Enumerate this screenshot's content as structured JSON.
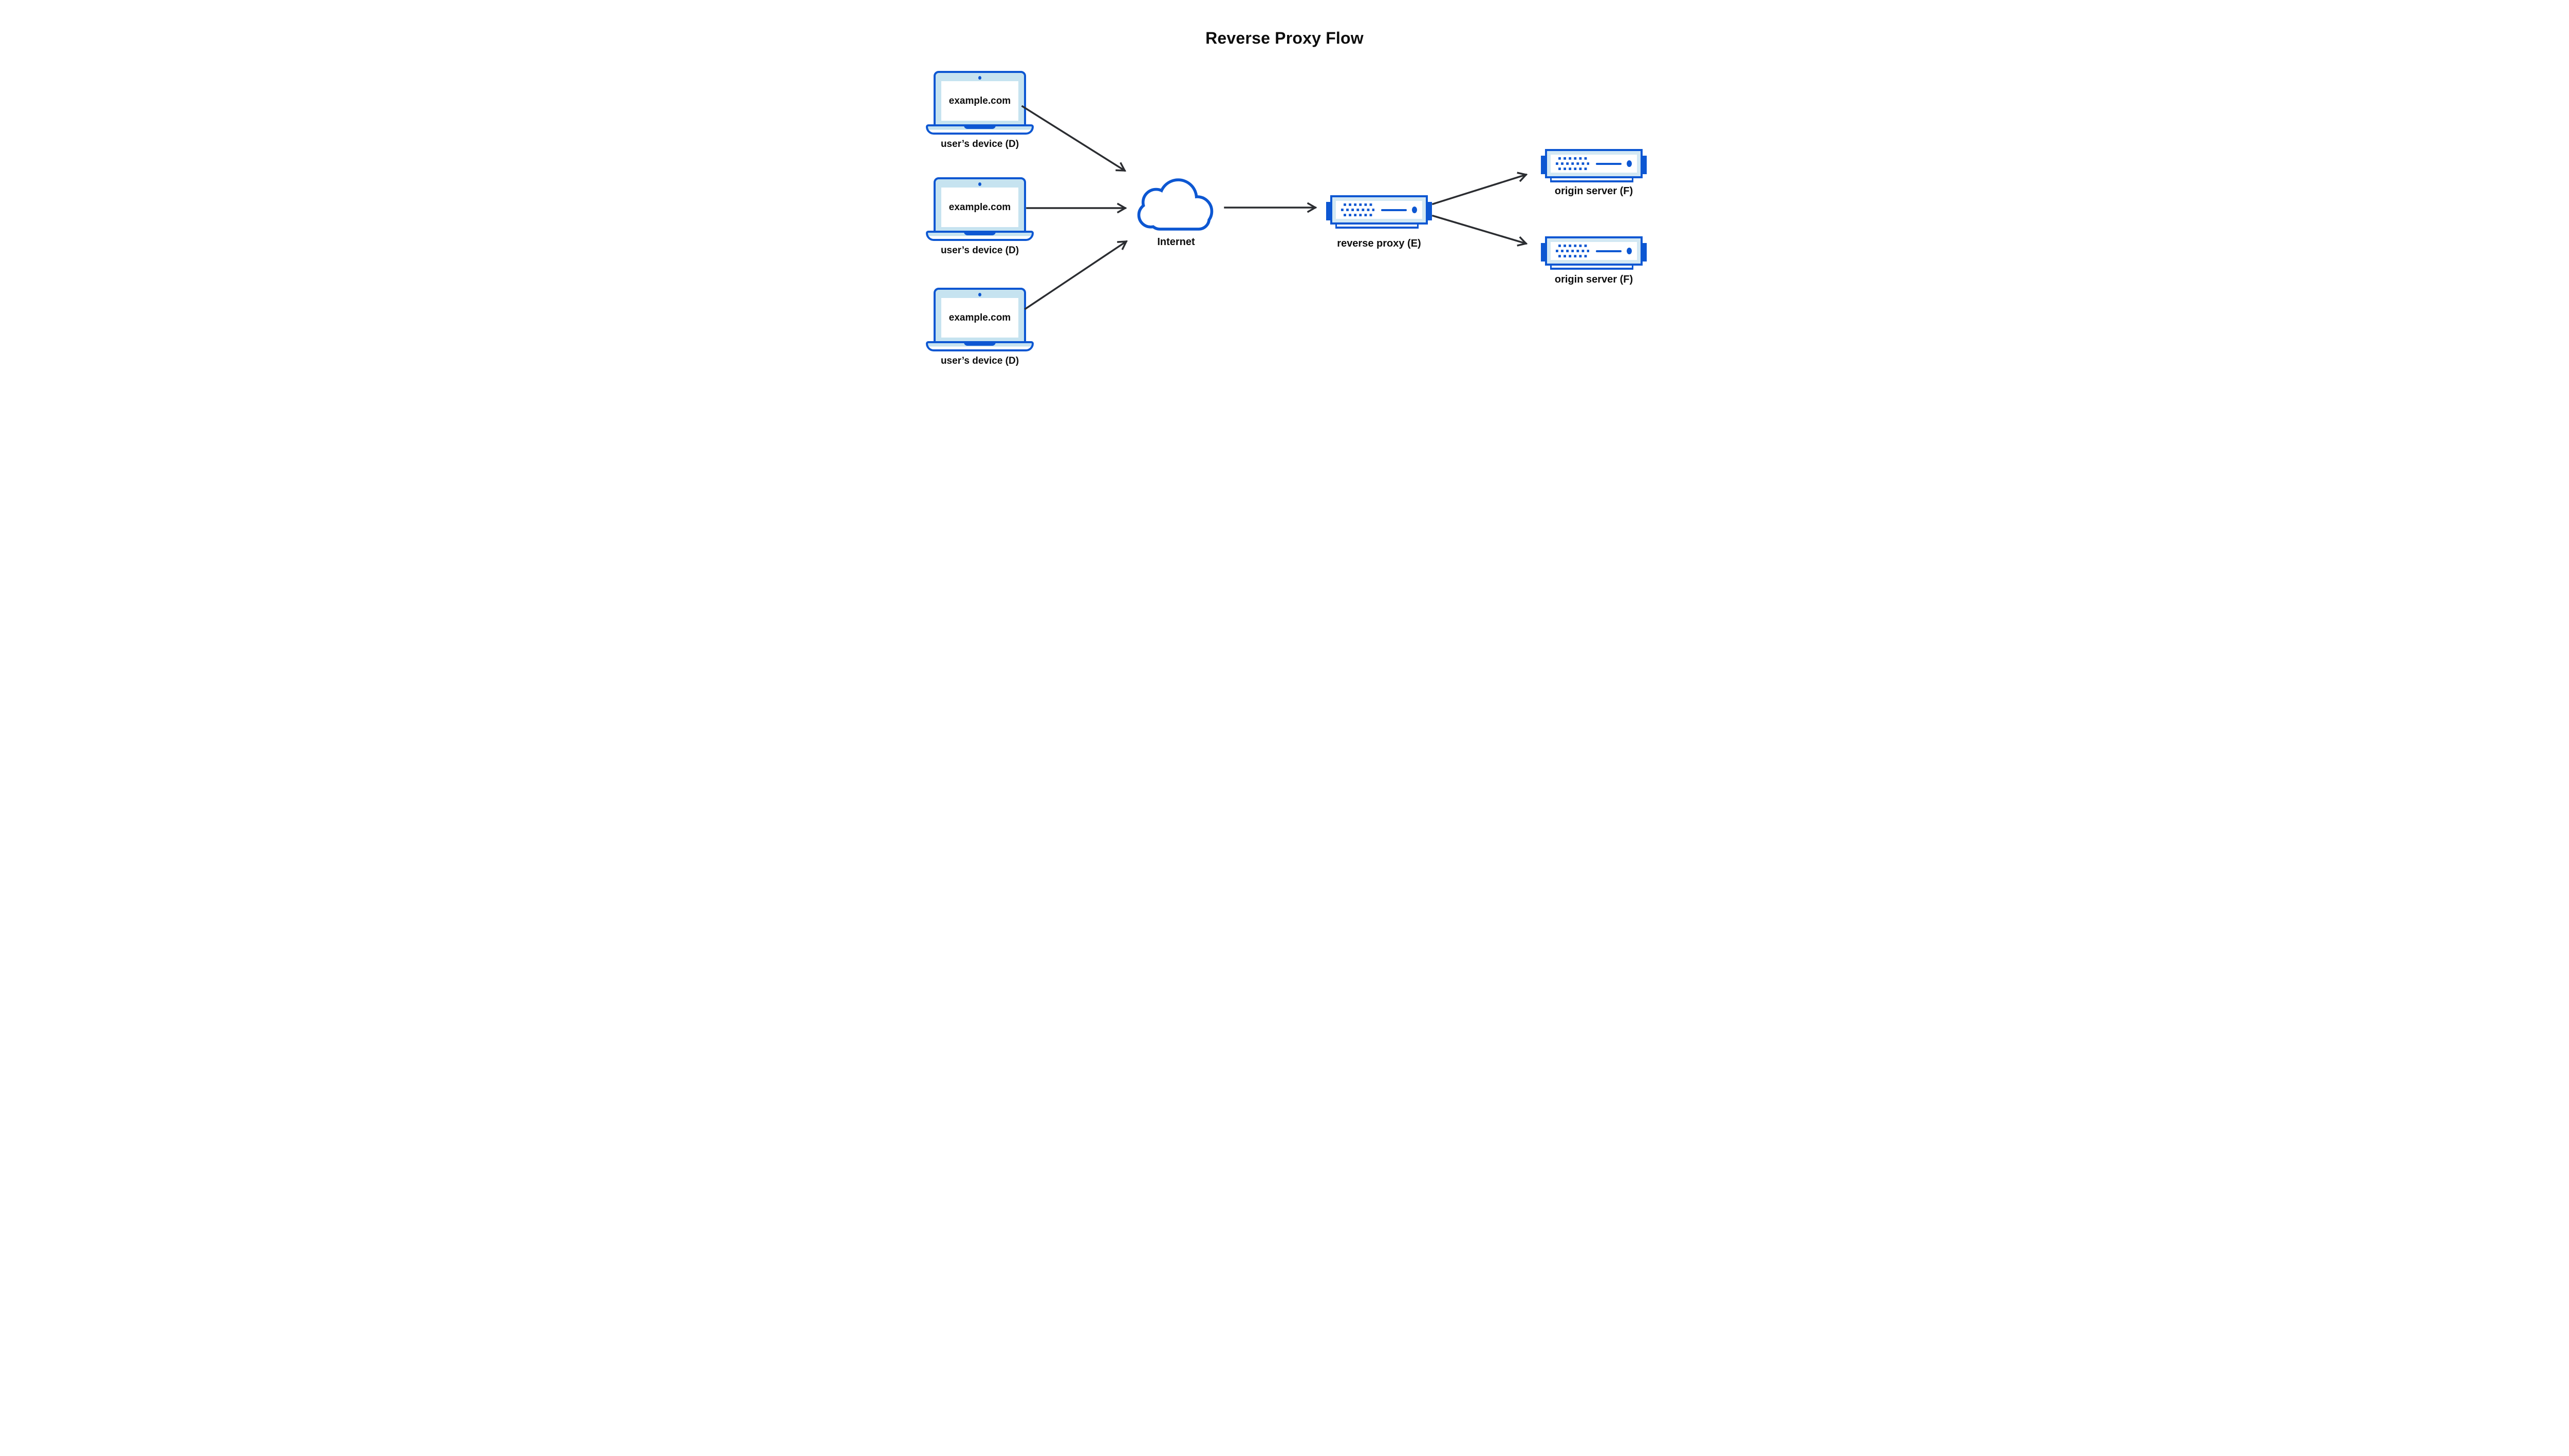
{
  "title": "Reverse Proxy Flow",
  "colors": {
    "accent": "#0d57d2",
    "bezel": "#c6e3f0",
    "panel_bezel": "#d3e8f3",
    "arrow": "#2b2d31",
    "text": "#0d0d0d",
    "background": "#ffffff"
  },
  "devices": [
    {
      "screen_text": "example.com",
      "label": "user’s device (D)"
    },
    {
      "screen_text": "example.com",
      "label": "user’s device (D)"
    },
    {
      "screen_text": "example.com",
      "label": "user’s device (D)"
    }
  ],
  "internet": {
    "label": "Internet"
  },
  "reverse_proxy": {
    "label": "reverse proxy (E)"
  },
  "origin_servers": [
    {
      "label": "origin server (F)"
    },
    {
      "label": "origin server (F)"
    }
  ]
}
